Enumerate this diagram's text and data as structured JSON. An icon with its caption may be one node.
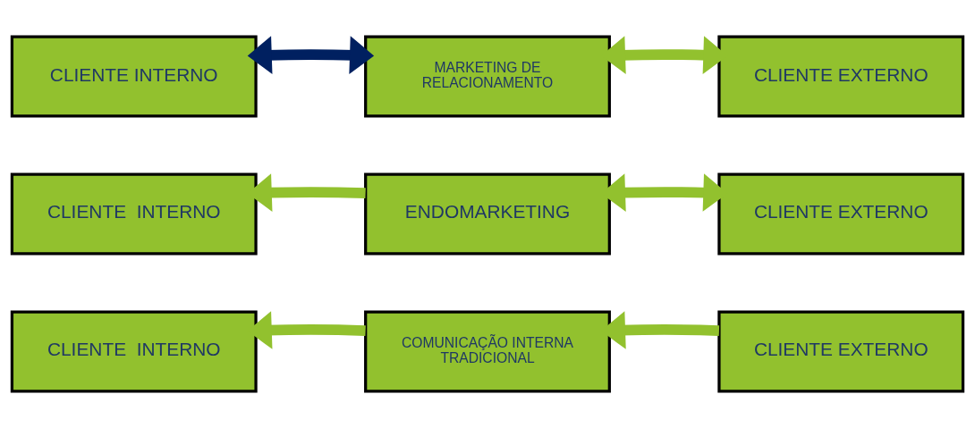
{
  "diagram": {
    "nodes": [
      {
        "text": [
          "CLIENTE  INTERNO"
        ]
      },
      {
        "text": [
          "COMUNICAÇÃO INTERNA TRADICIONAL"
        ]
      },
      {
        "text": [
          "CLIENTE EXTERNO"
        ]
      },
      {
        "text": [
          "CLIENTE  INTERNO"
        ]
      },
      {
        "text": [
          "ENDOMARKETING"
        ]
      },
      {
        "text": [
          "CLIENTE EXTERNO"
        ]
      },
      {
        "text": [
          "CLIENTE INTERNO"
        ]
      },
      {
        "text": [
          "MARKETING DE RELACIONAMENTO"
        ]
      },
      {
        "text": [
          "CLIENTE EXTERNO"
        ]
      }
    ],
    "edges": [
      {
        "from": 2,
        "to": 1,
        "arrow": "to"
      },
      {
        "from": 1,
        "to": 0,
        "arrow": "to"
      },
      {
        "from": 4,
        "to": 3,
        "arrow": "to"
      },
      {
        "from": 4,
        "to": 5,
        "arrow": "both"
      },
      {
        "from": 6,
        "to": 7,
        "arrow": "both",
        "color": "#002060"
      },
      {
        "from": 7,
        "to": 8,
        "arrow": "both"
      }
    ]
  }
}
